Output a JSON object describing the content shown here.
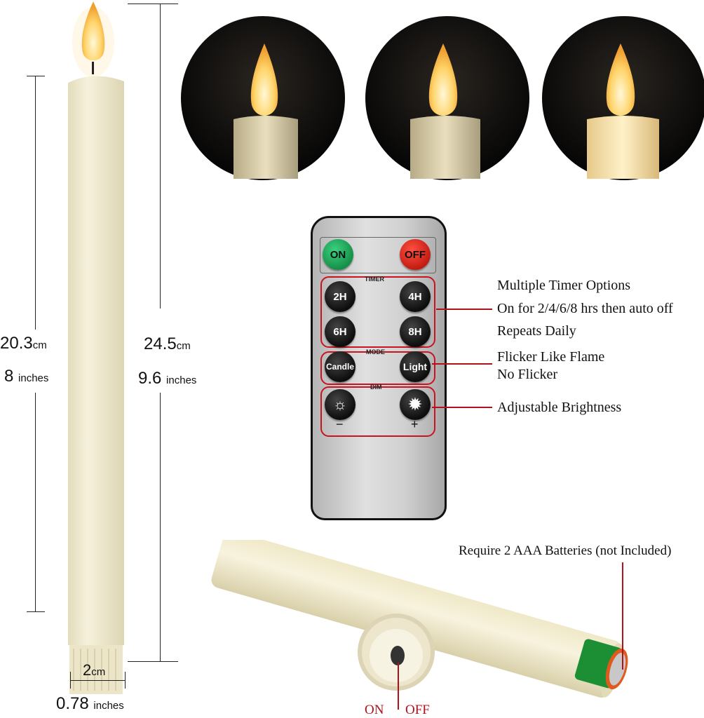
{
  "dimensions": {
    "candle_height_cm": "20.3",
    "candle_height_in": "8",
    "total_height_cm": "24.5",
    "total_height_in": "9.6",
    "diameter_cm": "2",
    "diameter_in": "0.78",
    "unit_cm": "cm",
    "unit_in": "inches"
  },
  "remote": {
    "on": "ON",
    "off": "OFF",
    "timer_title": "TIMER",
    "timer_buttons": [
      "2H",
      "4H",
      "6H",
      "8H"
    ],
    "mode_title": "MODE",
    "mode_buttons": [
      "Candle",
      "Light"
    ],
    "dim_title": "DIM",
    "dim_minus": "−",
    "dim_plus": "+"
  },
  "callouts": {
    "timer": [
      "Multiple Timer Options",
      "On for 2/4/6/8 hrs then auto off",
      "Repeats Daily"
    ],
    "mode": [
      "Flicker Like Flame",
      "No Flicker"
    ],
    "dim": "Adjustable Brightness",
    "battery": "Require 2 AAA Batteries (not Included)",
    "switch_on": "ON",
    "switch_off": "OFF"
  },
  "colors": {
    "accent_red": "#c8141e",
    "on_green": "#1fa055",
    "off_red": "#d8231d",
    "ivory": "#f2ecd2"
  }
}
